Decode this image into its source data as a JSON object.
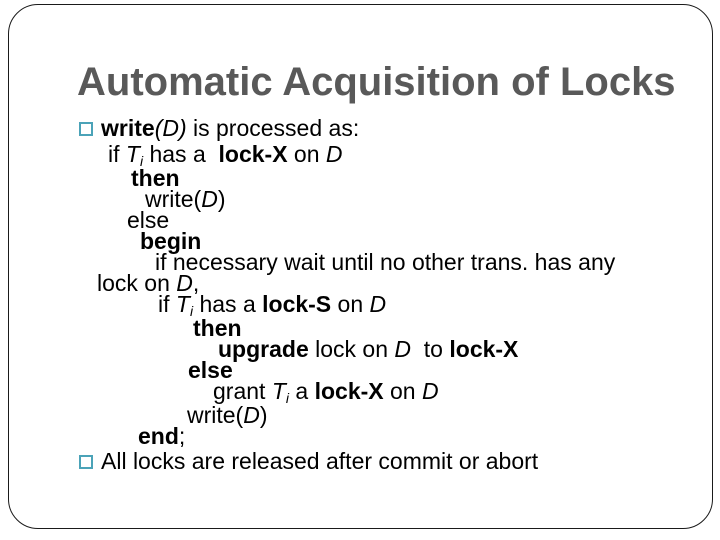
{
  "slide": {
    "title": "Automatic Acquisition of Locks",
    "colors": {
      "background": "#ffffff",
      "text": "#000000",
      "title": "#595959",
      "bullet": "#4ba3b8",
      "border": "#1a1a1a"
    },
    "paragraphs": [
      {
        "type": "bullet",
        "indent": 101,
        "segments": [
          {
            "style": "b",
            "text": "write"
          },
          {
            "style": "i",
            "text": "(D)"
          },
          {
            "style": "r",
            "text": " is processed as:"
          }
        ]
      },
      {
        "type": "code",
        "indent": 108,
        "segments": [
          {
            "style": "r",
            "text": "if "
          },
          {
            "style": "i",
            "text": "T"
          },
          {
            "style": "sub",
            "text": "i"
          },
          {
            "style": "r",
            "text": " has a  "
          },
          {
            "style": "b",
            "text": "lock-X"
          },
          {
            "style": "r",
            "text": " on "
          },
          {
            "style": "i",
            "text": "D"
          }
        ]
      },
      {
        "type": "code",
        "indent": 131,
        "segments": [
          {
            "style": "b",
            "text": "then"
          }
        ]
      },
      {
        "type": "code",
        "indent": 145,
        "segments": [
          {
            "style": "r",
            "text": "write("
          },
          {
            "style": "i",
            "text": "D"
          },
          {
            "style": "r",
            "text": ")"
          }
        ]
      },
      {
        "type": "code",
        "indent": 127,
        "segments": [
          {
            "style": "r",
            "text": "else"
          }
        ]
      },
      {
        "type": "code",
        "indent": 140,
        "segments": [
          {
            "style": "b",
            "text": "begin"
          }
        ]
      },
      {
        "type": "code",
        "indent": 155,
        "segments": [
          {
            "style": "r",
            "text": "if necessary wait until no other trans. has any"
          }
        ]
      },
      {
        "type": "code",
        "indent": 97,
        "segments": [
          {
            "style": "r",
            "text": "lock on "
          },
          {
            "style": "i",
            "text": "D"
          },
          {
            "style": "r",
            "text": ","
          }
        ]
      },
      {
        "type": "code",
        "indent": 158,
        "segments": [
          {
            "style": "r",
            "text": "if "
          },
          {
            "style": "i",
            "text": "T"
          },
          {
            "style": "sub",
            "text": "i"
          },
          {
            "style": "r",
            "text": " has a "
          },
          {
            "style": "b",
            "text": "lock-S"
          },
          {
            "style": "r",
            "text": " on "
          },
          {
            "style": "i",
            "text": "D"
          }
        ]
      },
      {
        "type": "code",
        "indent": 193,
        "segments": [
          {
            "style": "b",
            "text": "then"
          }
        ]
      },
      {
        "type": "code",
        "indent": 218,
        "segments": [
          {
            "style": "b",
            "text": "upgrade"
          },
          {
            "style": "r",
            "text": " lock on "
          },
          {
            "style": "i",
            "text": "D"
          },
          {
            "style": "r",
            "text": "  to "
          },
          {
            "style": "b",
            "text": "lock-X"
          }
        ]
      },
      {
        "type": "code",
        "indent": 188,
        "segments": [
          {
            "style": "b",
            "text": "else"
          }
        ]
      },
      {
        "type": "code",
        "indent": 213,
        "segments": [
          {
            "style": "r",
            "text": "grant "
          },
          {
            "style": "i",
            "text": "T"
          },
          {
            "style": "sub",
            "text": "i"
          },
          {
            "style": "r",
            "text": " a "
          },
          {
            "style": "b",
            "text": "lock-X"
          },
          {
            "style": "r",
            "text": " on "
          },
          {
            "style": "i",
            "text": "D"
          }
        ]
      },
      {
        "type": "code",
        "indent": 187,
        "segments": [
          {
            "style": "r",
            "text": "write("
          },
          {
            "style": "i",
            "text": "D"
          },
          {
            "style": "r",
            "text": ")"
          }
        ]
      },
      {
        "type": "code",
        "indent": 138,
        "segments": [
          {
            "style": "b",
            "text": "end"
          },
          {
            "style": "r",
            "text": ";"
          }
        ]
      },
      {
        "type": "bullet",
        "indent": 101,
        "segments": [
          {
            "style": "r",
            "text": "All locks are released after commit or abort"
          }
        ]
      }
    ]
  }
}
